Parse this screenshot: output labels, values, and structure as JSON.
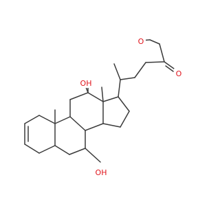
{
  "molecule": {
    "atom_labels": {
      "ester_carbonyl_o": "O",
      "ester_ether_o": "O",
      "oh_c12": "OH",
      "oh_c7": "OH"
    },
    "colors": {
      "bond": "#3a3a3a",
      "heteroatom": "#e0141c",
      "background": "#ffffff"
    }
  }
}
